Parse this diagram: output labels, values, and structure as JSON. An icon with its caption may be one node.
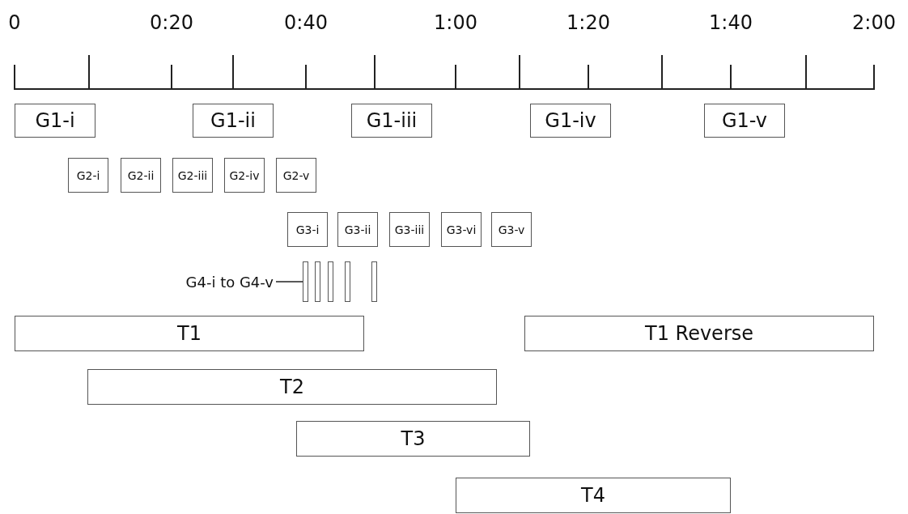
{
  "diagram": {
    "nodes": [
      {
        "text": [
          "G1-i"
        ]
      },
      {
        "text": [
          "G1-ii"
        ]
      },
      {
        "text": [
          "G1-iii"
        ]
      },
      {
        "text": [
          "G1-iv"
        ]
      },
      {
        "text": [
          "G1-v"
        ]
      },
      {
        "text": [
          "G2-i"
        ]
      },
      {
        "text": [
          "G2-ii"
        ]
      },
      {
        "text": [
          "G2-iii"
        ]
      },
      {
        "text": [
          "G2-iv"
        ]
      },
      {
        "text": [
          "G2-v"
        ]
      },
      {
        "text": [
          "G3-i"
        ]
      },
      {
        "text": [
          "G3-ii"
        ]
      },
      {
        "text": [
          "G3-iii"
        ]
      },
      {
        "text": [
          "G3-vi"
        ]
      },
      {
        "text": [
          "G3-v"
        ]
      },
      {
        "text": [
          "G4-i to G4-v"
        ]
      },
      {
        "text": [],
        "shape": "bar"
      },
      {
        "text": [],
        "shape": "bar"
      },
      {
        "text": [],
        "shape": "bar"
      },
      {
        "text": [],
        "shape": "bar"
      },
      {
        "text": [],
        "shape": "bar"
      },
      {
        "text": [
          "T1"
        ]
      },
      {
        "text": [
          "T1 Reverse"
        ]
      },
      {
        "text": [
          "T2"
        ]
      },
      {
        "text": [
          "T3"
        ]
      },
      {
        "text": [
          "T4"
        ]
      }
    ],
    "edges": [
      {
        "from": 15,
        "to": 16,
        "arrow": "none"
      }
    ],
    "labels": [
      "0",
      "0:20",
      "0:40",
      "1:00",
      "1:20",
      "1:40",
      "2:00"
    ]
  }
}
